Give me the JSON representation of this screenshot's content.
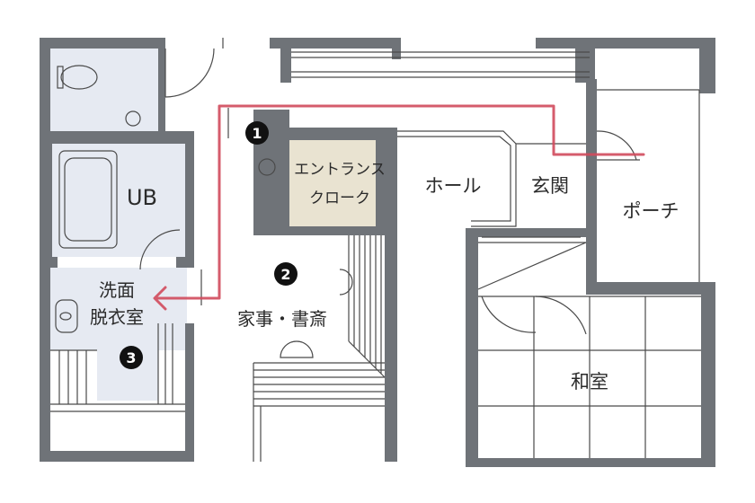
{
  "rooms": {
    "ub": "UB",
    "entrance_cloak_line1": "エントランス",
    "entrance_cloak_line2": "クローク",
    "hall": "ホール",
    "genkan": "玄関",
    "porch": "ポーチ",
    "senmen_line1": "洗面",
    "senmen_line2": "脱衣室",
    "kaji_shosai": "家事・書斎",
    "washitsu": "和室"
  },
  "markers": [
    "1",
    "2",
    "3"
  ],
  "colors": {
    "wall": "#6f7378",
    "wall_dark": "#5d6166",
    "wet_floor": "#e6eaf2",
    "cloak_floor": "#e9e3d1",
    "route": "#d04a5c",
    "line": "#4a4a4a",
    "marker_fill": "#111111"
  }
}
